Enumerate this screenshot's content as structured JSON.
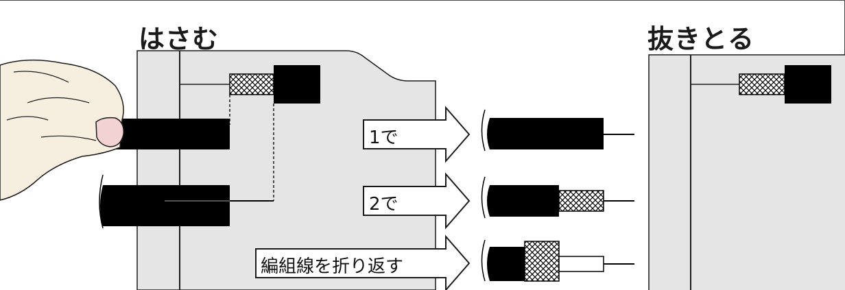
{
  "titles": {
    "clamp": "はさむ",
    "pull": "抜きとる"
  },
  "steps": [
    {
      "label": "1で"
    },
    {
      "label": "2で"
    },
    {
      "label": "編組線を折り返す"
    }
  ],
  "colors": {
    "panel_fill": "#e5e5e6",
    "outline": "#1a1a1a",
    "cable": "#000000",
    "skin": "#f6efe0",
    "nail": "#f2d2d2"
  }
}
